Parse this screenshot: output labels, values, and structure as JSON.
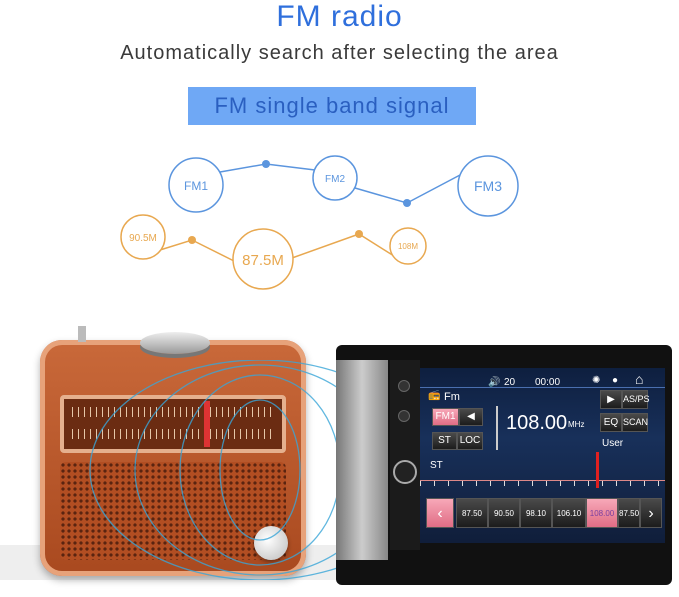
{
  "header": {
    "title": "FM radio",
    "subtitle": "Automatically search after selecting the area",
    "band_label": "FM single band signal"
  },
  "diagram": {
    "bands": [
      "FM1",
      "FM2",
      "FM3"
    ],
    "frequencies": [
      "90.5M",
      "87.5M",
      "108M"
    ],
    "colors": {
      "bands": "#5b95de",
      "frequencies": "#e8a850"
    }
  },
  "stereo": {
    "status": {
      "source": "Fm",
      "volume": "20",
      "time": "00:00"
    },
    "buttons": {
      "band": "FM1",
      "st": "ST",
      "loc": "LOC",
      "as_ps": "AS/PS",
      "eq": "EQ",
      "scan": "SCAN"
    },
    "frequency": "108.00",
    "unit": "MHz",
    "eq_mode": "User",
    "stereo_indicator": "ST",
    "presets": [
      "87.50",
      "90.50",
      "98.10",
      "106.10",
      "108.00",
      "87.50"
    ],
    "active_preset": "108.00",
    "accent": "#e8798f"
  }
}
